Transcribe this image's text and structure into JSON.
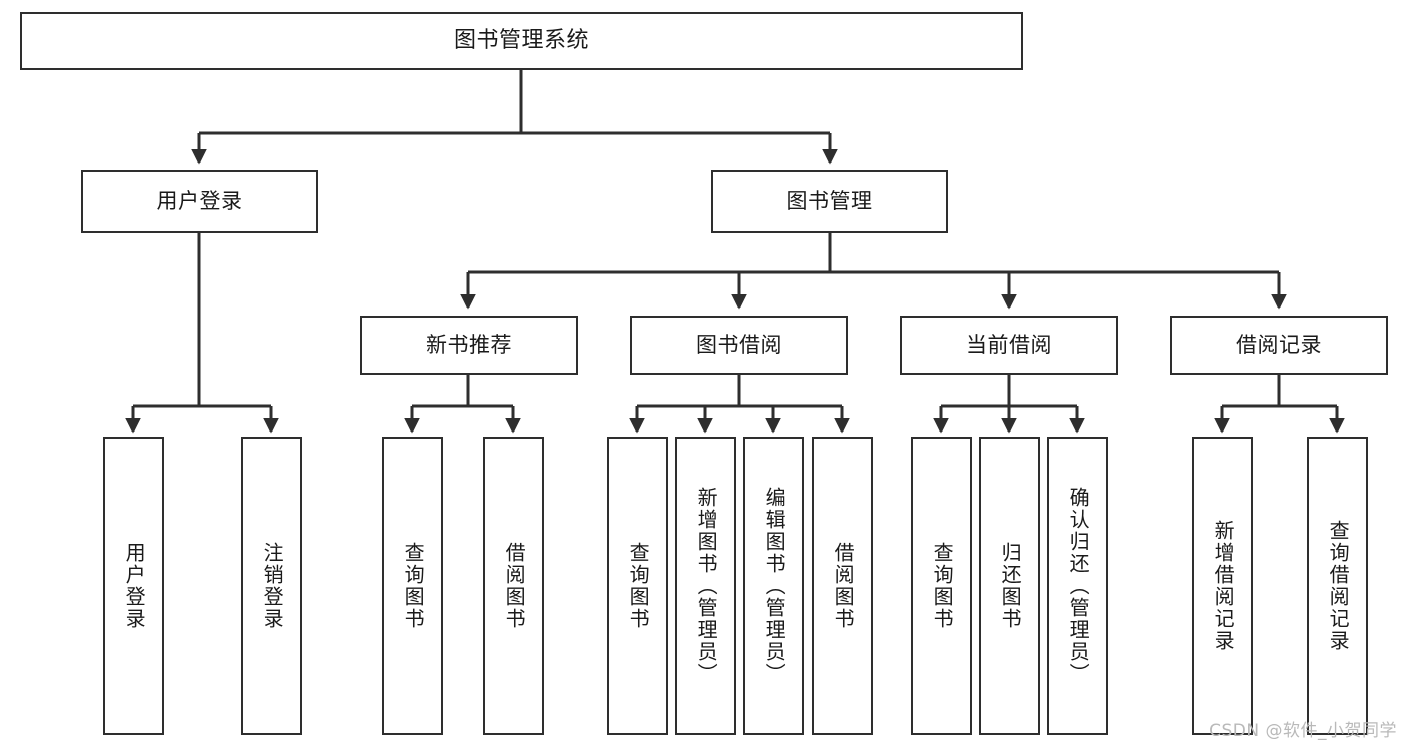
{
  "diagram": {
    "type": "tree-hierarchy",
    "title": "图书管理系统",
    "watermark": "CSDN @软件_小贺同学",
    "colors": {
      "box_border": "#2e2e2e",
      "box_fill": "#ffffff",
      "edge": "#2e2e2e",
      "text": "#1a1a1a",
      "watermark": "#b9b9b9",
      "background": "#ffffff"
    },
    "nodes": {
      "root": {
        "label": "图书管理系统"
      },
      "level1": [
        {
          "id": "user-login",
          "label": "用户登录"
        },
        {
          "id": "book-manage",
          "label": "图书管理"
        }
      ],
      "level2": [
        {
          "id": "new-book-recommend",
          "label": "新书推荐"
        },
        {
          "id": "book-borrow",
          "label": "图书借阅"
        },
        {
          "id": "current-borrow",
          "label": "当前借阅"
        },
        {
          "id": "borrow-record",
          "label": "借阅记录"
        }
      ],
      "leaves": {
        "user-login": [
          {
            "id": "leaf-user-login",
            "label": "用户登录"
          },
          {
            "id": "leaf-user-logout",
            "label": "注销登录"
          }
        ],
        "new-book-recommend": [
          {
            "id": "leaf-query-book-1",
            "label": "查询图书"
          },
          {
            "id": "leaf-borrow-book-1",
            "label": "借阅图书"
          }
        ],
        "book-borrow": [
          {
            "id": "leaf-query-book-2",
            "label": "查询图书"
          },
          {
            "id": "leaf-add-book",
            "label": "新增图书（管理员）"
          },
          {
            "id": "leaf-edit-book",
            "label": "编辑图书（管理员）"
          },
          {
            "id": "leaf-borrow-book-2",
            "label": "借阅图书"
          }
        ],
        "current-borrow": [
          {
            "id": "leaf-query-book-3",
            "label": "查询图书"
          },
          {
            "id": "leaf-return-book",
            "label": "归还图书"
          },
          {
            "id": "leaf-confirm-return",
            "label": "确认归还（管理员）"
          }
        ],
        "borrow-record": [
          {
            "id": "leaf-add-record",
            "label": "新增借阅记录"
          },
          {
            "id": "leaf-query-record",
            "label": "查询借阅记录"
          }
        ]
      }
    }
  }
}
